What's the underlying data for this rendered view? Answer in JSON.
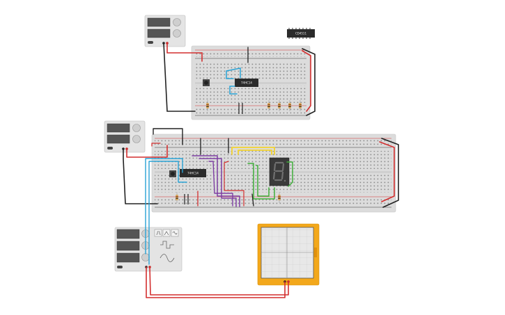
{
  "components": {
    "chip_top_standalone": {
      "label": "CD4511"
    },
    "chip_top_breadboard": {
      "label": "74HC14"
    },
    "chip_bottom_breadboard": {
      "label": "74HC14"
    }
  },
  "colors": {
    "breadboard": "#dcdcdc",
    "wire_red": "#d32f2f",
    "wire_black": "#222222",
    "wire_blue": "#29a3d6",
    "wire_yellow": "#f2d22e",
    "wire_green": "#3fae3a",
    "wire_purple": "#7e3fa3",
    "oscilloscope": "#f3a81b",
    "instrument_panel": "#e4e4e4"
  }
}
